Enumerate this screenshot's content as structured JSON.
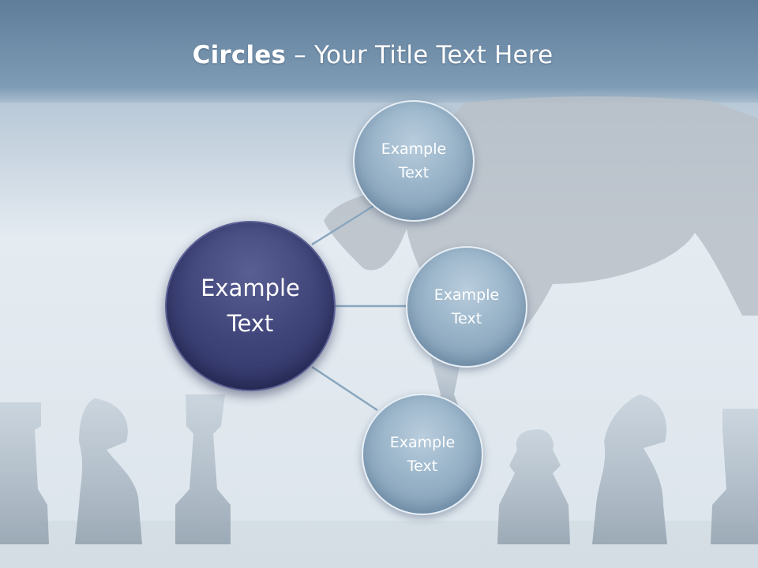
{
  "slide": {
    "title_bold": "Circles",
    "title_rest": " – Your Title Text Here"
  },
  "center_circle": {
    "label": "Example\nText"
  },
  "outer_circles": [
    {
      "label": "Example\nText"
    },
    {
      "label": "Example\nText"
    },
    {
      "label": "Example\nText"
    }
  ],
  "colors": {
    "header_band": "#7d9ab4",
    "center_circle": "#3e4378",
    "outer_circle": "#98b3c8",
    "connector": "#8aa6bf"
  }
}
